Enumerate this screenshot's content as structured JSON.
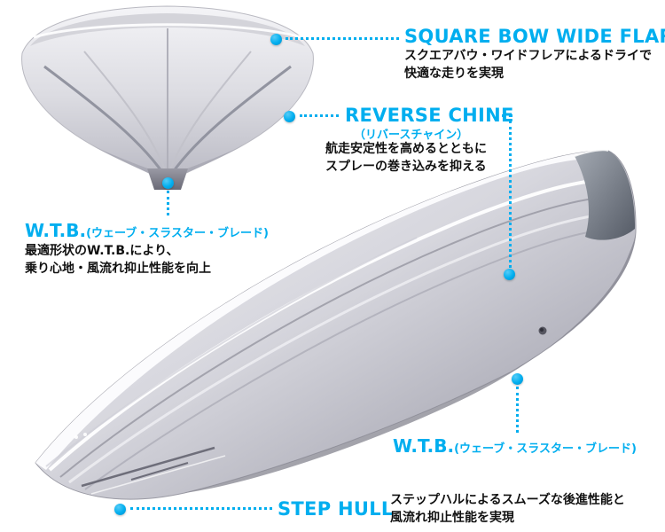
{
  "colors": {
    "accent": "#00AEEF",
    "text": "#111111"
  },
  "callouts": {
    "square_bow": {
      "title": "SQUARE BOW WIDE FLARE",
      "desc_line1": "スクエアバウ・ワイドフレアによるドライで",
      "desc_line2": "快適な走りを実現"
    },
    "reverse_chine": {
      "title": "REVERSE CHINE",
      "subtitle": "（リバースチャイン）",
      "desc_line1": "航走安定性を高めるとともに",
      "desc_line2": "スプレーの巻き込みを抑える"
    },
    "wtb_front": {
      "title": "W.T.B.",
      "subtitle": "(ウェーブ・スラスター・ブレード)",
      "desc_line1": "最適形状のW.T.B.により、",
      "desc_line2": "乗り心地・風流れ抑止性能を向上"
    },
    "wtb_stern": {
      "title": "W.T.B.",
      "subtitle": "(ウェーブ・スラスター・ブレード)"
    },
    "step_hull": {
      "title": "STEP HULL",
      "desc_line1": "ステップハルによるスムーズな後進性能と",
      "desc_line2": "風流れ抑止性能を実現"
    }
  }
}
